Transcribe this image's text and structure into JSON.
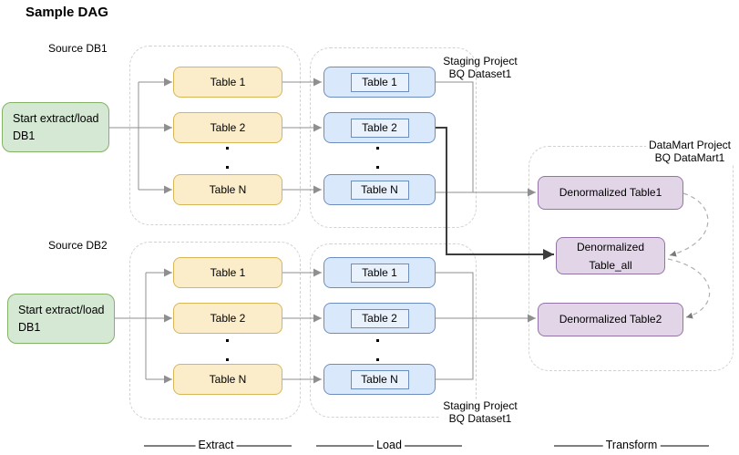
{
  "title": "Sample DAG",
  "row1": {
    "source_label": "Source DB1",
    "start": {
      "line1": "Start extract/load",
      "line2": "DB1"
    },
    "extract_tables": [
      "Table 1",
      "Table 2",
      "Table N"
    ],
    "load_tables": [
      "Table 1",
      "Table 2",
      "Table N"
    ],
    "staging": {
      "line1": "Staging Project",
      "line2": "BQ Dataset1"
    }
  },
  "row2": {
    "source_label": "Source DB2",
    "start": {
      "line1": "Start extract/load",
      "line2": "DB1"
    },
    "extract_tables": [
      "Table 1",
      "Table 2",
      "Table N"
    ],
    "load_tables": [
      "Table 1",
      "Table 2",
      "Table N"
    ],
    "staging": {
      "line1": "Staging Project",
      "line2": "BQ Dataset1"
    }
  },
  "datamart": {
    "label": {
      "line1": "DataMart Project",
      "line2": "BQ DataMart1"
    },
    "table1": "Denormalized Table1",
    "table_all": {
      "line1": "Denormalized",
      "line2": "Table_all"
    },
    "table2": "Denormalized Table2"
  },
  "legend": {
    "extract": "Extract",
    "load": "Load",
    "transform": "Transform"
  },
  "colors": {
    "green_fill": "#d5e8d4",
    "green_stroke": "#82b366",
    "yellow_fill": "#fbedca",
    "yellow_stroke": "#d6b656",
    "blue_fill": "#dae8fc",
    "blue_stroke": "#6c8ebf",
    "blue_inner": "#e9f1fd",
    "purple_fill": "#e1d5e7",
    "purple_stroke": "#9673a6",
    "container_stroke": "#d2d2d2",
    "line_gray": "#8f8f8f",
    "line_dark": "#3d3d3d",
    "arc_gray": "#b0b0b0",
    "legend_line": "#000000"
  }
}
